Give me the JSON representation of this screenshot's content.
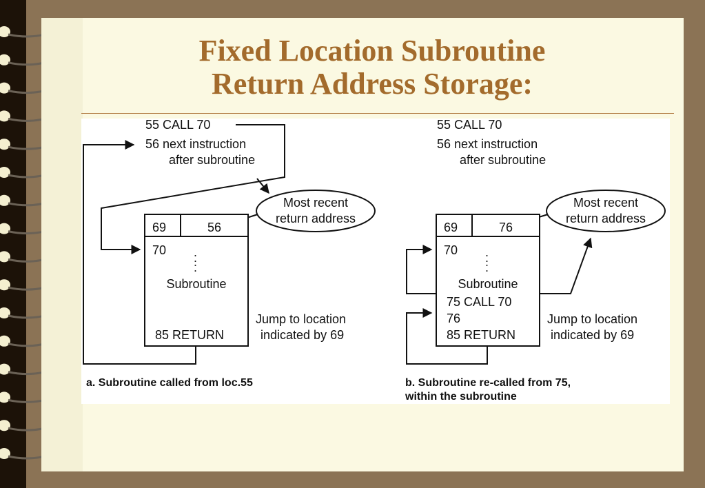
{
  "slide": {
    "title_line1": "Fixed Location Subroutine",
    "title_line2": "Return Address Storage:"
  },
  "colors": {
    "background": "#8b7355",
    "spine": "#1c1208",
    "paper": "#fbf9e2",
    "title": "#a36b2c",
    "rule": "#b07a40",
    "figure_background": "#ffffff",
    "ink": "#111111"
  },
  "diagram_a": {
    "call_line": "55 CALL 70",
    "next_line1": "56 next instruction",
    "next_line2": "after subroutine",
    "bubble_line1": "Most recent",
    "bubble_line2": "return address",
    "cell_addr": "69",
    "cell_value": "56",
    "entry_addr": "70",
    "dots": ":",
    "sub_label": "Subroutine",
    "return_line": "85 RETURN",
    "jump_line1": "Jump to location",
    "jump_line2": "indicated by 69",
    "caption": "a. Subroutine called from loc.55"
  },
  "diagram_b": {
    "call_line": "55 CALL 70",
    "next_line1": "56 next instruction",
    "next_line2": "after subroutine",
    "bubble_line1": "Most recent",
    "bubble_line2": "return address",
    "cell_addr": "69",
    "cell_value": "76",
    "entry_addr": "70",
    "dots": ":",
    "sub_label": "Subroutine",
    "inner_call": "75 CALL 70",
    "inner_next": "76",
    "return_line": "85 RETURN",
    "jump_line1": "Jump to location",
    "jump_line2": "indicated by 69",
    "caption_line1": "b. Subroutine re-called from 75,",
    "caption_line2": "within the subroutine"
  }
}
